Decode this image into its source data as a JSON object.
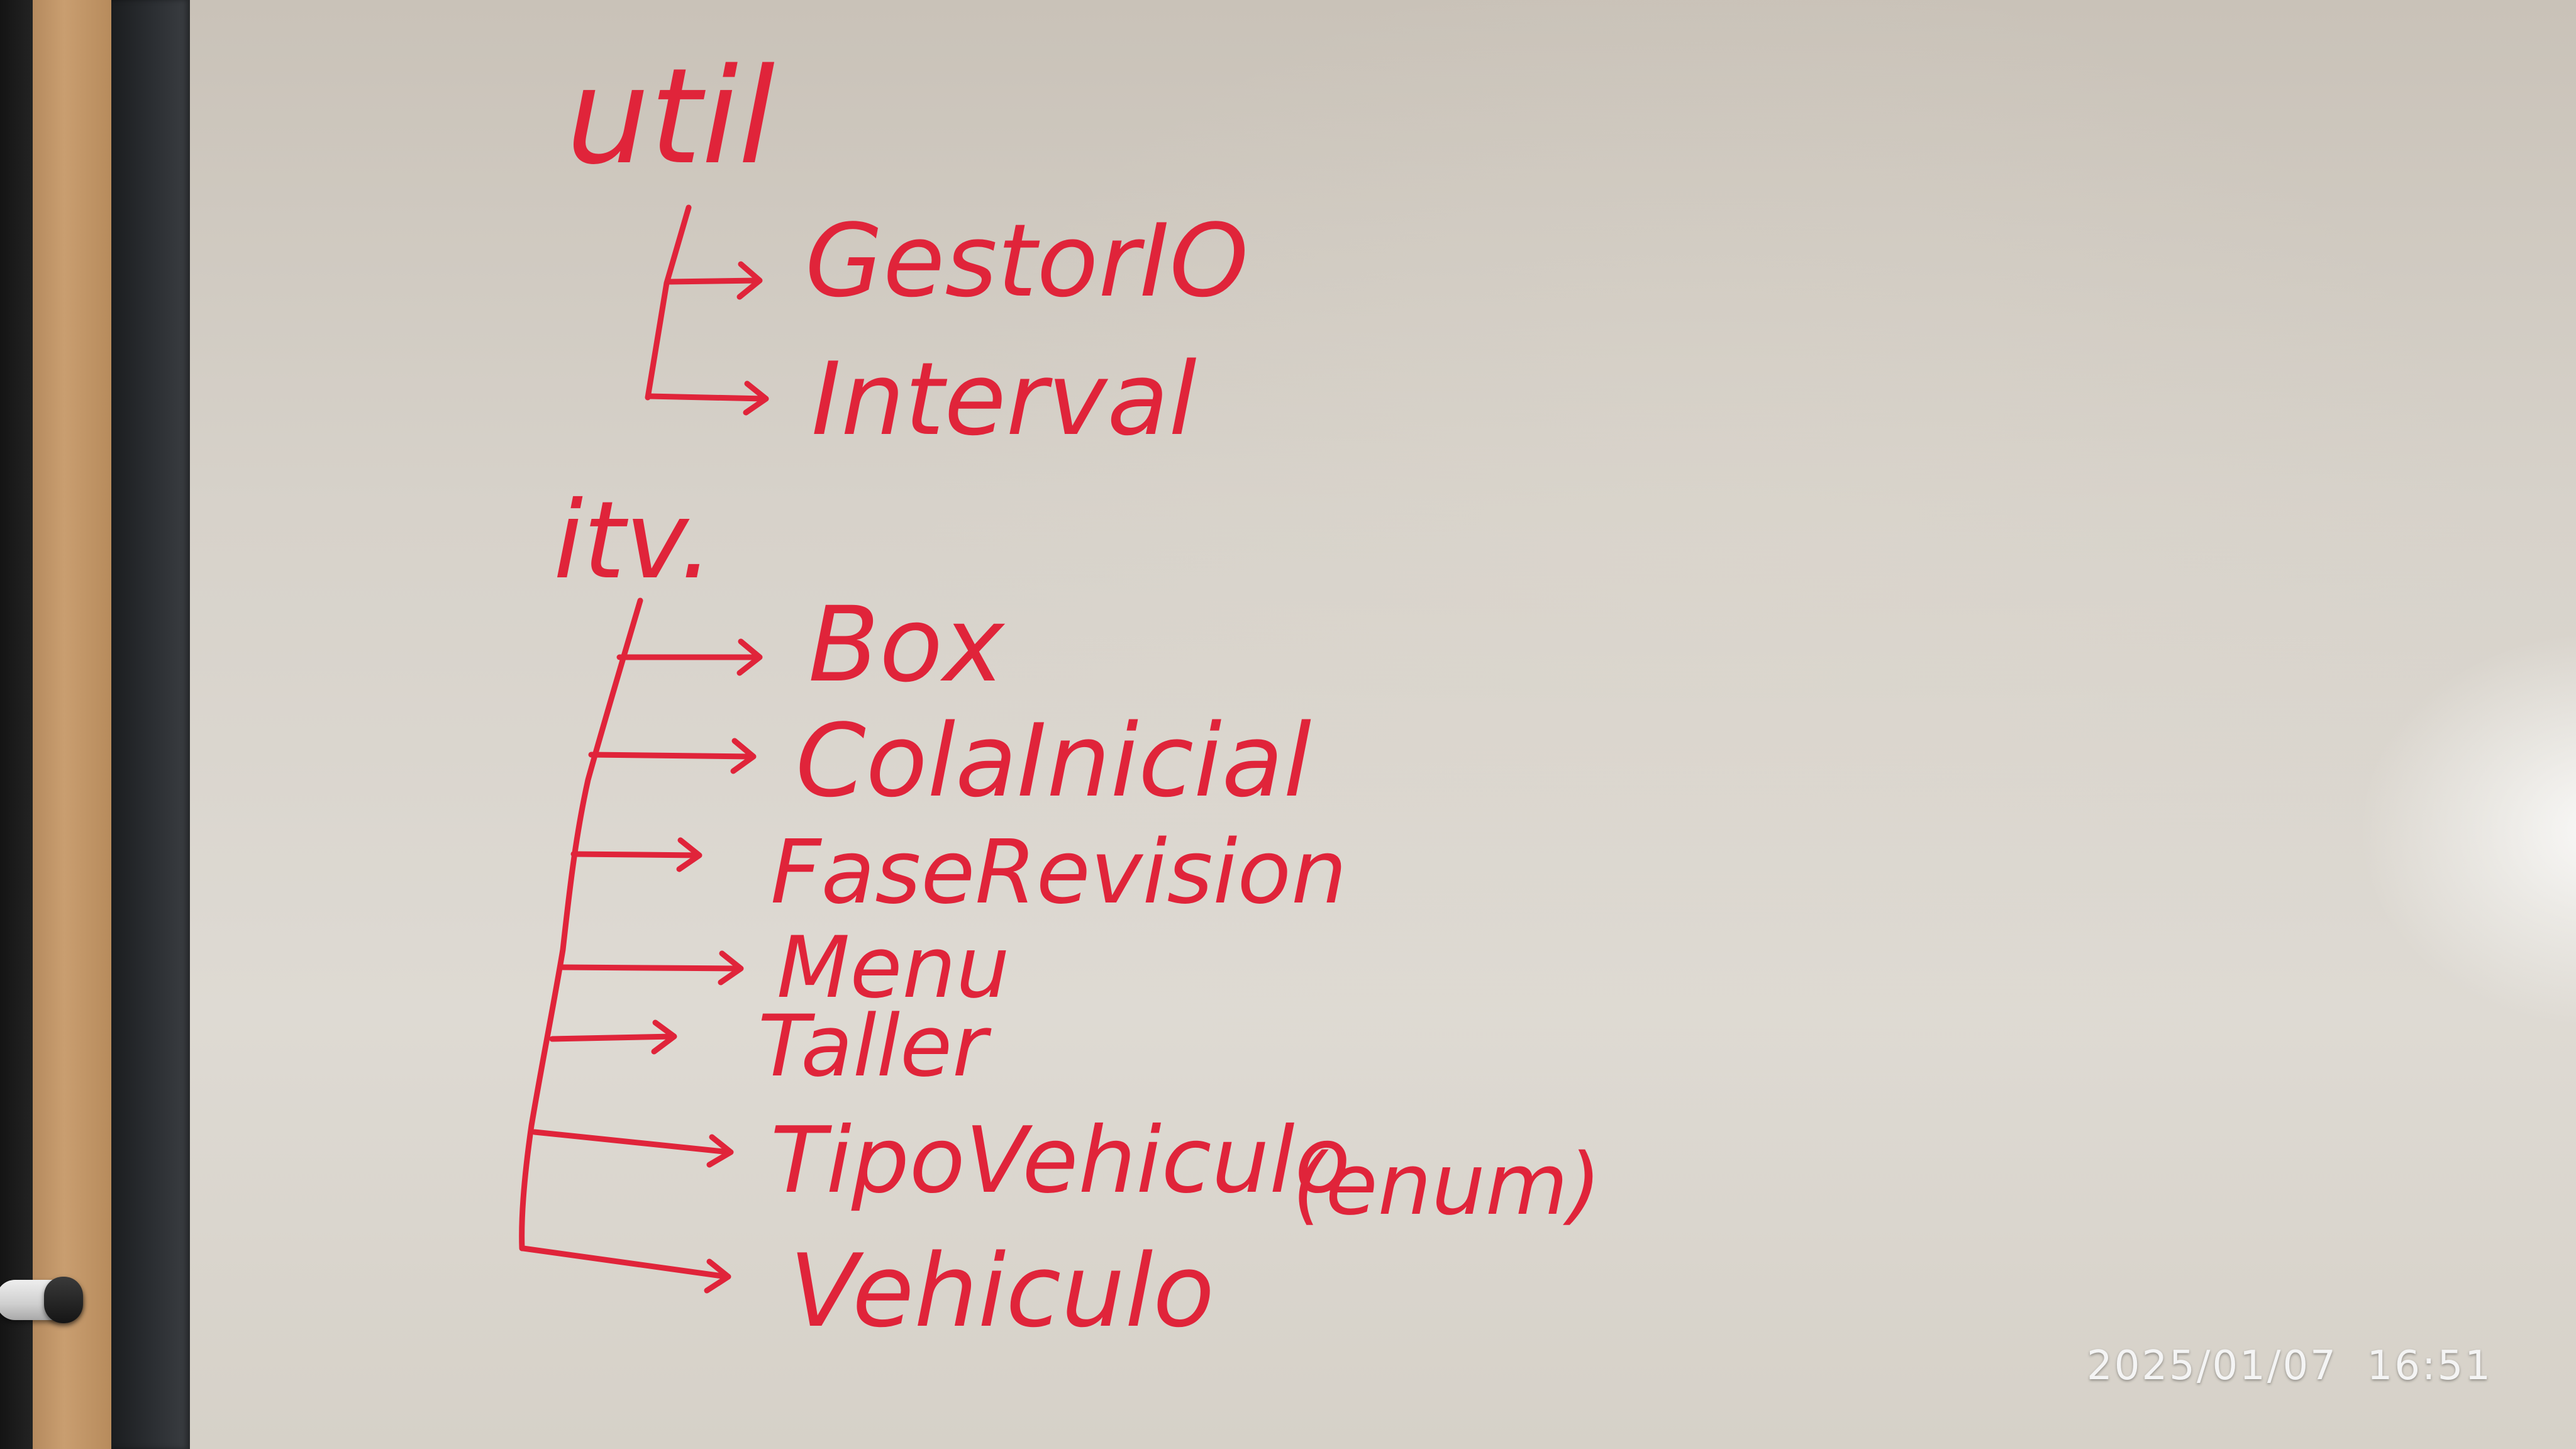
{
  "photo": {
    "colors": {
      "ink": "#e0243a",
      "board": "#dedad3",
      "frame": "#2c2f33",
      "wood": "#c99e70"
    }
  },
  "whiteboard": {
    "util_package": {
      "label": "util",
      "children": [
        "GestorIO",
        "Interval"
      ]
    },
    "itv_package": {
      "label": "itv.",
      "children": [
        "Box",
        "ColaInicial",
        "FaseRevision",
        "Menu",
        "Taller",
        "TipoVehiculo",
        "Vehiculo"
      ],
      "enum_note": "(enum)"
    }
  },
  "camera_overlay": {
    "timestamp": "2025/01/07  16:51"
  }
}
